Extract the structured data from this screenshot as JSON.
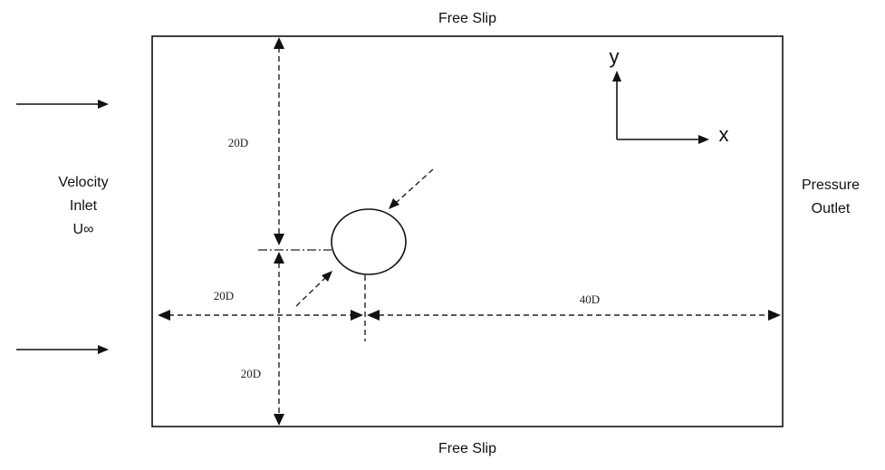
{
  "boundaries": {
    "top": "Free Slip",
    "bottom": "Free Slip",
    "left_line1": "Velocity",
    "left_line2": "Inlet",
    "left_line3": "U∞",
    "right_line1": "Pressure",
    "right_line2": "Outlet"
  },
  "dimensions": {
    "upper_height": "20D",
    "lower_height": "20D",
    "upstream_length": "20D",
    "downstream_length": "40D"
  },
  "axes": {
    "x_label": "x",
    "y_label": "y"
  },
  "colors": {
    "line": "#111111",
    "background": "#ffffff"
  }
}
